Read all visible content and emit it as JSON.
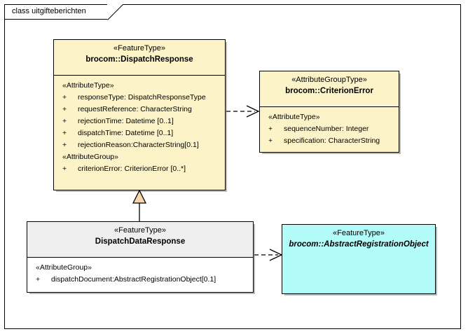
{
  "frame": {
    "title": "class uitgifteberichten"
  },
  "colors": {
    "feature_type_fill": "#fdf3c8",
    "attribute_group_type_fill": "#fdf3c8",
    "plain_header_fill": "#efefef",
    "abstract_fill": "#b3fbf9",
    "border": "#000000",
    "generalization_fill": "#f5d5ab"
  },
  "classes": [
    {
      "id": "dispatch-response",
      "stereotype": "«FeatureType»",
      "name": "brocom::DispatchResponse",
      "abstract": false,
      "compartments": [
        {
          "group": "«AttributeType»",
          "attributes": [
            {
              "visibility": "+",
              "text": "responseType: DispatchResponseType"
            },
            {
              "visibility": "+",
              "text": "requestReference: CharacterString"
            },
            {
              "visibility": "+",
              "text": "rejectionTime: Datetime [0..1]"
            },
            {
              "visibility": "+",
              "text": "dispatchTime: Datetime [0..1]"
            },
            {
              "visibility": "+",
              "text": "rejectionReason:CharacterString[0.1]"
            }
          ]
        },
        {
          "group": "«AttributeGroup»",
          "attributes": [
            {
              "visibility": "+",
              "text": "criterionError: CriterionError [0..*]"
            }
          ]
        }
      ]
    },
    {
      "id": "criterion-error",
      "stereotype": "«AttributeGroupType»",
      "name": "brocom::CriterionError",
      "abstract": false,
      "compartments": [
        {
          "group": "«AttributeType»",
          "attributes": [
            {
              "visibility": "+",
              "text": "sequenceNumber: Integer"
            },
            {
              "visibility": "+",
              "text": "specification: CharacterString"
            }
          ]
        }
      ]
    },
    {
      "id": "dispatch-data-response",
      "stereotype": "«FeatureType»",
      "name": "DispatchDataResponse",
      "abstract": false,
      "compartments": [
        {
          "group": "«AttributeGroup»",
          "attributes": [
            {
              "visibility": "+",
              "text": "dispatchDocument:AbstractRegistrationObject[0.1]"
            }
          ]
        }
      ]
    },
    {
      "id": "abstract-registration-object",
      "stereotype": "«FeatureType»",
      "name": "brocom::AbstractRegistrationObject",
      "abstract": true,
      "compartments": []
    }
  ],
  "connectors": [
    {
      "id": "dep-dispatchresponse-criterionerror",
      "type": "dependency",
      "from": "dispatch-response",
      "to": "criterion-error",
      "style": "dashed-open-arrow"
    },
    {
      "id": "gen-dispatchdataresponse-dispatchresponse",
      "type": "generalization",
      "from": "dispatch-data-response",
      "to": "dispatch-response",
      "style": "solid-hollow-triangle"
    },
    {
      "id": "dep-dispatchdataresponse-abstractregistrationobject",
      "type": "dependency",
      "from": "dispatch-data-response",
      "to": "abstract-registration-object",
      "style": "dashed-open-arrow"
    }
  ]
}
